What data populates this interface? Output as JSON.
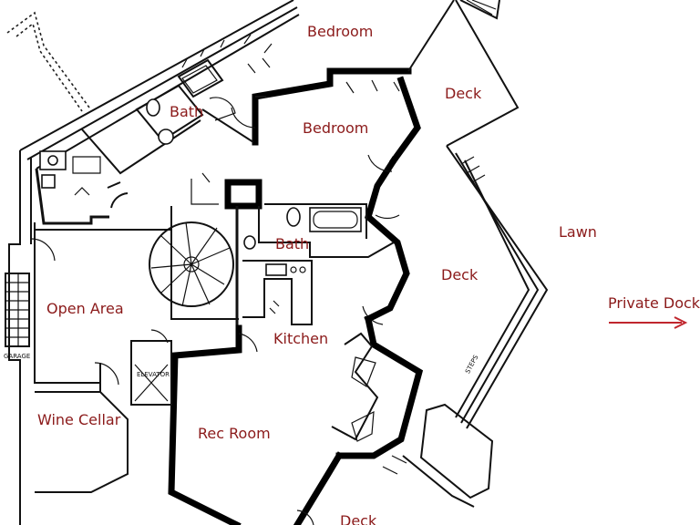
{
  "colors": {
    "label": "#8b1a1a",
    "line": "#111111",
    "arrow": "#c0262d"
  },
  "rooms": {
    "bedroom_top": "Bedroom",
    "bath_left": "Bath",
    "bedroom_mid": "Bedroom",
    "deck_top": "Deck",
    "bath_center": "Bath",
    "lawn": "Lawn",
    "deck_right": "Deck",
    "private_dock": "Private Dock",
    "open_area": "Open Area",
    "kitchen": "Kitchen",
    "wine_cellar": "Wine Cellar",
    "rec_room": "Rec Room",
    "deck_bottom": "Deck"
  },
  "annotations": {
    "elevator": "ELEVATOR",
    "steps": "STEPS",
    "garage": "GARAGE"
  },
  "icons": {
    "dock_arrow": "arrow-right-icon"
  }
}
